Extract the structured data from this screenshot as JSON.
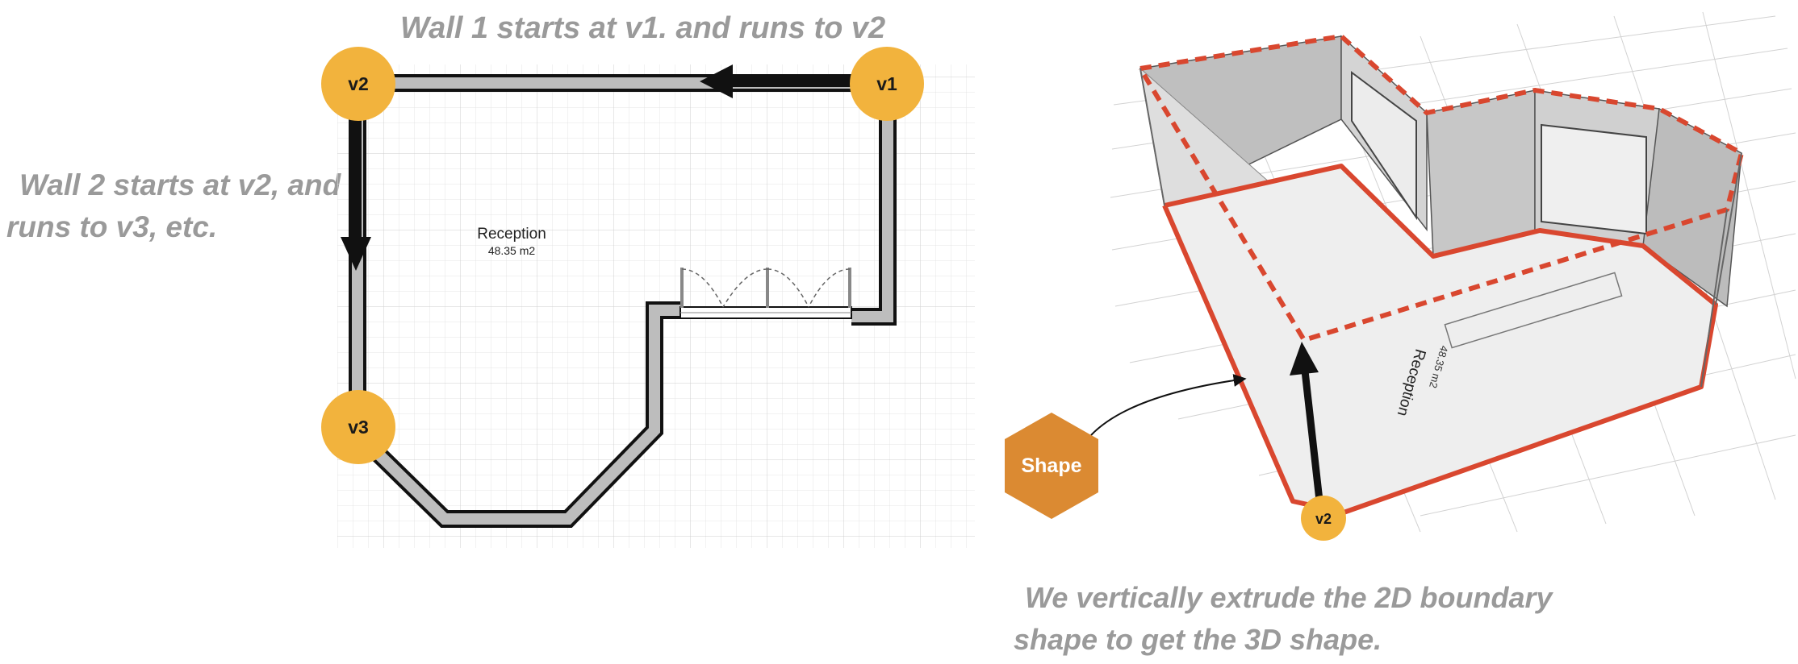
{
  "captions": {
    "wall1": "Wall 1 starts at v1. and runs to v2",
    "wall2_line1": "Wall 2 starts at v2, and",
    "wall2_line2": "runs to v3, etc.",
    "extrude_line1": "We vertically extrude the 2D boundary",
    "extrude_line2": "shape to get the 3D shape."
  },
  "plan": {
    "room_name": "Reception",
    "room_area": "48.35 m2",
    "vertices": [
      "v1",
      "v2",
      "v3"
    ]
  },
  "view3d": {
    "shape_label": "Shape",
    "vertex_label": "v2",
    "room_name_rotated": "Reception",
    "room_area_rotated": "48.35 m2"
  },
  "colors": {
    "vertex_marker": "#f2b33d",
    "shape_hexagon": "#db8a32",
    "boundary_red": "#d9472f",
    "caption_gray": "#9a9a9a",
    "wall_fill": "#bdbdbd"
  }
}
